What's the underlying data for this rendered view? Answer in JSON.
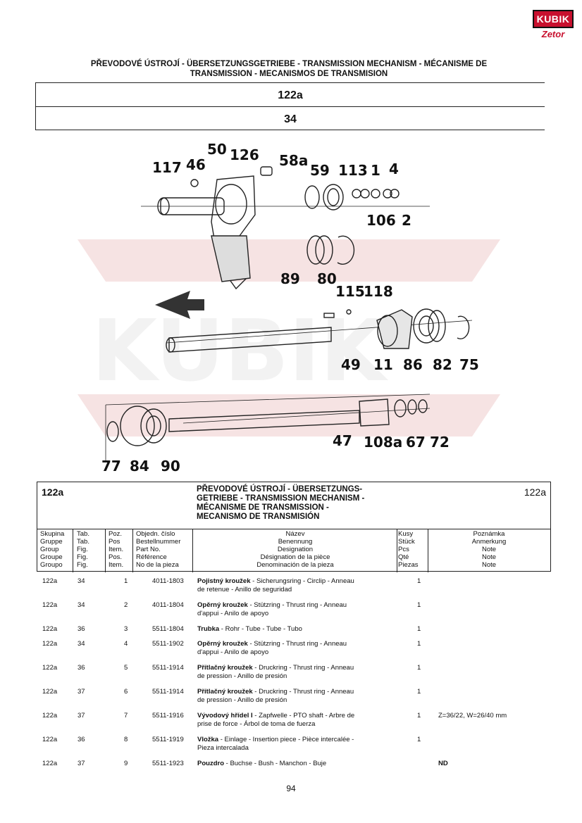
{
  "logo": {
    "top": "KUBIK",
    "bottom": "Zetor"
  },
  "title_line1": "PŘEVODOVÉ ÚSTROJÍ - ÜBERSETZUNGSGETRIEBE - TRANSMISSION MECHANISM - MÉCANISME DE",
  "title_line2": "TRANSMISSION - MECANISMOS DE TRANSMISION",
  "box1": "122a",
  "box2": "34",
  "diagram_labels": {
    "l117": "117",
    "l46": "46",
    "l50": "50",
    "l126": "126",
    "l58a": "58a",
    "l59": "59",
    "l113": "113",
    "l1": "1",
    "l4": "4",
    "l106": "106",
    "l2": "2",
    "l89": "89",
    "l80": "80",
    "l115": "115",
    "l118": "118",
    "l49": "49",
    "l11": "11",
    "l86": "86",
    "l82": "82",
    "l75": "75",
    "l47": "47",
    "l108a": "108a",
    "l67": "67",
    "l72": "72",
    "l77": "77",
    "l84": "84",
    "l90": "90"
  },
  "table_head": {
    "left": "122a",
    "right": "122a",
    "title": [
      "PŘEVODOVÉ ÚSTROJÍ - ÜBERSETZUNGS-",
      "GETRIEBE - TRANSMISSION MECHANISM -",
      "MÉCANISME DE TRANSMISSION -",
      "MECANISMO DE TRANSMISIÓN"
    ],
    "cols": {
      "c1": [
        "Skupina",
        "Gruppe",
        "Group",
        "Groupe",
        "Groupo"
      ],
      "c2": [
        "Tab.",
        "Tab.",
        "Fig.",
        "Fig.",
        "Fig."
      ],
      "c3": [
        "Poz.",
        "Pos",
        "Item.",
        "Pos.",
        "Item."
      ],
      "c4": [
        "Objedn. číslo",
        "Bestellnummer",
        "Part No.",
        "Référence",
        "No de la pieza"
      ],
      "c5": [
        "Název",
        "Benennung",
        "Designation",
        "Désignation de la pièce",
        "Denominación de la pieza"
      ],
      "c6": [
        "Kusy",
        "Stück",
        "Pcs",
        "Qté",
        "Piezas"
      ],
      "c7": [
        "Poznámka",
        "Anmerkung",
        "Note",
        "Note",
        "Note"
      ]
    }
  },
  "rows": [
    {
      "grp": "122a",
      "tab": "34",
      "pos": "1",
      "part": "4011-1803",
      "name": "Pojistný kroužek",
      "rest1": " - Sicherungsring - Circlip - Anneau",
      "rest2": "de retenue - Anillo de seguridad",
      "qty": "1",
      "note": ""
    },
    {
      "grp": "122a",
      "tab": "34",
      "pos": "2",
      "part": "4011-1804",
      "name": "Opěrný kroužek",
      "rest1": " - Stützring - Thrust ring - Anneau",
      "rest2": "d'appui - Anilo de apoyo",
      "qty": "1",
      "note": ""
    },
    {
      "grp": "122a",
      "tab": "36",
      "pos": "3",
      "part": "5511-1804",
      "name": "Trubka",
      "rest1": " - Rohr - Tube - Tube - Tubo",
      "rest2": "",
      "qty": "1",
      "note": ""
    },
    {
      "grp": "122a",
      "tab": "34",
      "pos": "4",
      "part": "5511-1902",
      "name": "Opěrný kroužek",
      "rest1": " - Stützring - Thrust ring - Anneau",
      "rest2": "d'appui - Anilo de apoyo",
      "qty": "1",
      "note": ""
    },
    {
      "grp": "122a",
      "tab": "36",
      "pos": "5",
      "part": "5511-1914",
      "name": "Přítlačný kroužek",
      "rest1": " - Druckring - Thrust ring - Anneau",
      "rest2": "de pression - Anillo de presión",
      "qty": "1",
      "note": ""
    },
    {
      "grp": "122a",
      "tab": "37",
      "pos": "6",
      "part": "5511-1914",
      "name": "Přítlačný kroužek",
      "rest1": " - Druckring - Thrust ring - Anneau",
      "rest2": "de pression - Anillo de presión",
      "qty": "1",
      "note": ""
    },
    {
      "grp": "122a",
      "tab": "37",
      "pos": "7",
      "part": "5511-1916",
      "name": "Vývodový hřídel I",
      "rest1": " - Zapfwelle - PTO shaft - Arbre de",
      "rest2": "prise de force - Árbol de toma de fuerza",
      "qty": "1",
      "note": "Z=36/22, W=26/40 mm"
    },
    {
      "grp": "122a",
      "tab": "36",
      "pos": "8",
      "part": "5511-1919",
      "name": "Vložka",
      "rest1": " - Einlage - Insertion piece - Pièce intercalée -",
      "rest2": "Pieza intercalada",
      "qty": "1",
      "note": ""
    },
    {
      "grp": "122a",
      "tab": "37",
      "pos": "9",
      "part": "5511-1923",
      "name": "Pouzdro",
      "rest1": " - Buchse - Bush - Manchon - Buje",
      "rest2": "",
      "qty": "",
      "note": "ND"
    }
  ],
  "page_number": "94"
}
